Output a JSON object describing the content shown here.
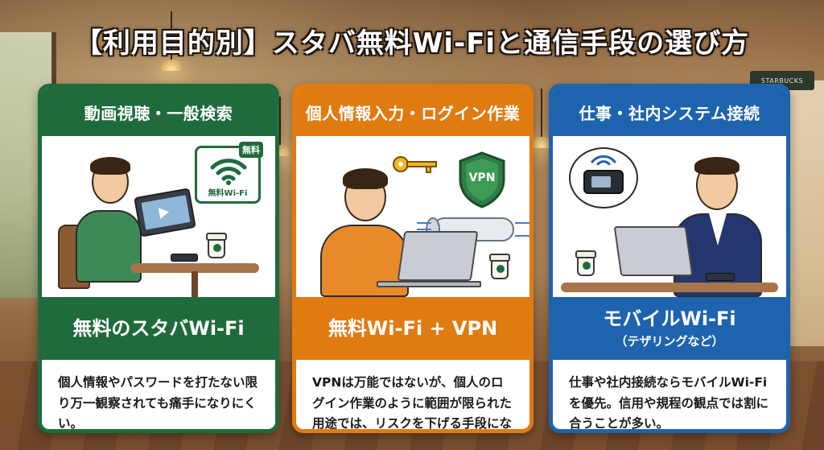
{
  "title": "【利用目的別】スタバ無料Wi-Fiと通信手段の選び方",
  "background_sign": "STARBUCKS",
  "colors": {
    "green": "#1f6b3c",
    "orange": "#e07b12",
    "blue": "#1e63ae"
  },
  "cards": [
    {
      "header": "動画視聴・一般検索",
      "badge_top": "無料",
      "badge_bottom": "無料Wi-Fi",
      "solution_main": "無料のスタバWi-Fi",
      "solution_sub": "",
      "description": "個人情報やパスワードを打たない限り万一観察されても痛手になりにくい。",
      "icons": [
        "wifi-icon",
        "tablet-icon",
        "coffee-cup-icon",
        "smartphone-icon"
      ]
    },
    {
      "header": "個人情報入力・ログイン作業",
      "shield_label": "VPN",
      "solution_main": "無料Wi-Fi + VPN",
      "solution_sub": "",
      "description": "VPNは万能ではないが、個人のログイン作業のように範囲が限られた用途では、リスクを下げる手段になる。",
      "icons": [
        "key-icon",
        "shield-icon",
        "tunnel-icon",
        "laptop-icon",
        "coffee-cup-icon"
      ]
    },
    {
      "header": "仕事・社内システム接続",
      "solution_main": "モバイルWi-Fi",
      "solution_sub": "（テザリングなど）",
      "description": "仕事や社内接続ならモバイルWi-Fiを優先。信用や規程の観点では割に合うことが多い。",
      "icons": [
        "pocket-wifi-icon",
        "laptop-icon",
        "coffee-cup-icon",
        "smartphone-icon"
      ]
    }
  ]
}
